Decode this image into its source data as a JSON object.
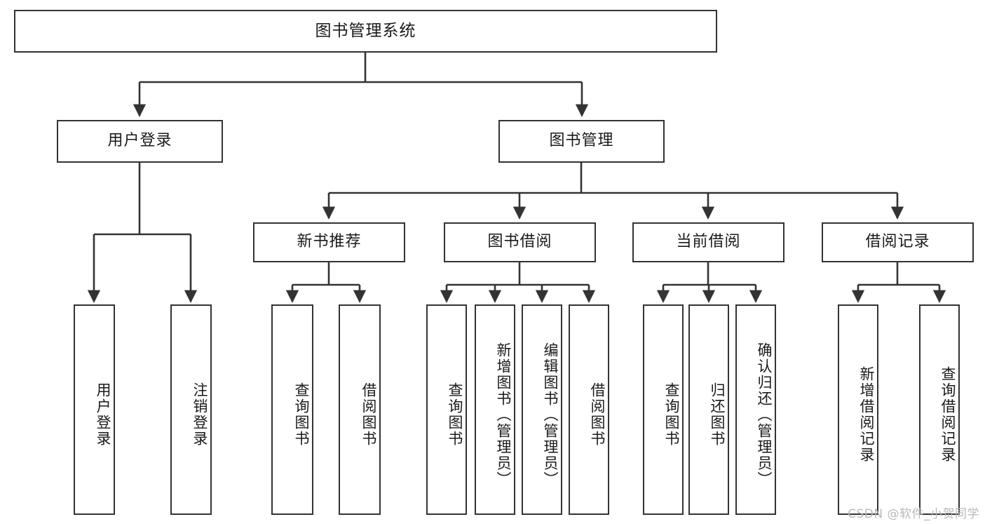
{
  "diagram": {
    "title": "图书管理系统",
    "type": "tree-hierarchy",
    "root": {
      "label": "图书管理系统"
    },
    "level2": [
      {
        "label": "用户登录"
      },
      {
        "label": "图书管理"
      }
    ],
    "level3": [
      {
        "label": "新书推荐"
      },
      {
        "label": "图书借阅"
      },
      {
        "label": "当前借阅"
      },
      {
        "label": "借阅记录"
      }
    ],
    "leaves": {
      "user_login": [
        {
          "label": "用户登录"
        },
        {
          "label": "注销登录"
        }
      ],
      "new_book_recommend": [
        {
          "label": "查询图书"
        },
        {
          "label": "借阅图书"
        }
      ],
      "book_borrow": [
        {
          "label": "查询图书"
        },
        {
          "label": "新增图书（管理员）"
        },
        {
          "label": "编辑图书（管理员）"
        },
        {
          "label": "借阅图书"
        }
      ],
      "current_borrow": [
        {
          "label": "查询图书"
        },
        {
          "label": "归还图书"
        },
        {
          "label": "确认归还（管理员）"
        }
      ],
      "borrow_record": [
        {
          "label": "新增借阅记录"
        },
        {
          "label": "查询借阅记录"
        }
      ]
    }
  },
  "watermark": {
    "text": "CSDN @软件_小贺同学"
  },
  "colors": {
    "stroke": "#333333",
    "box_fill": "#ffffff",
    "text": "#1a1a1a",
    "watermark": "#b8b8b8"
  }
}
